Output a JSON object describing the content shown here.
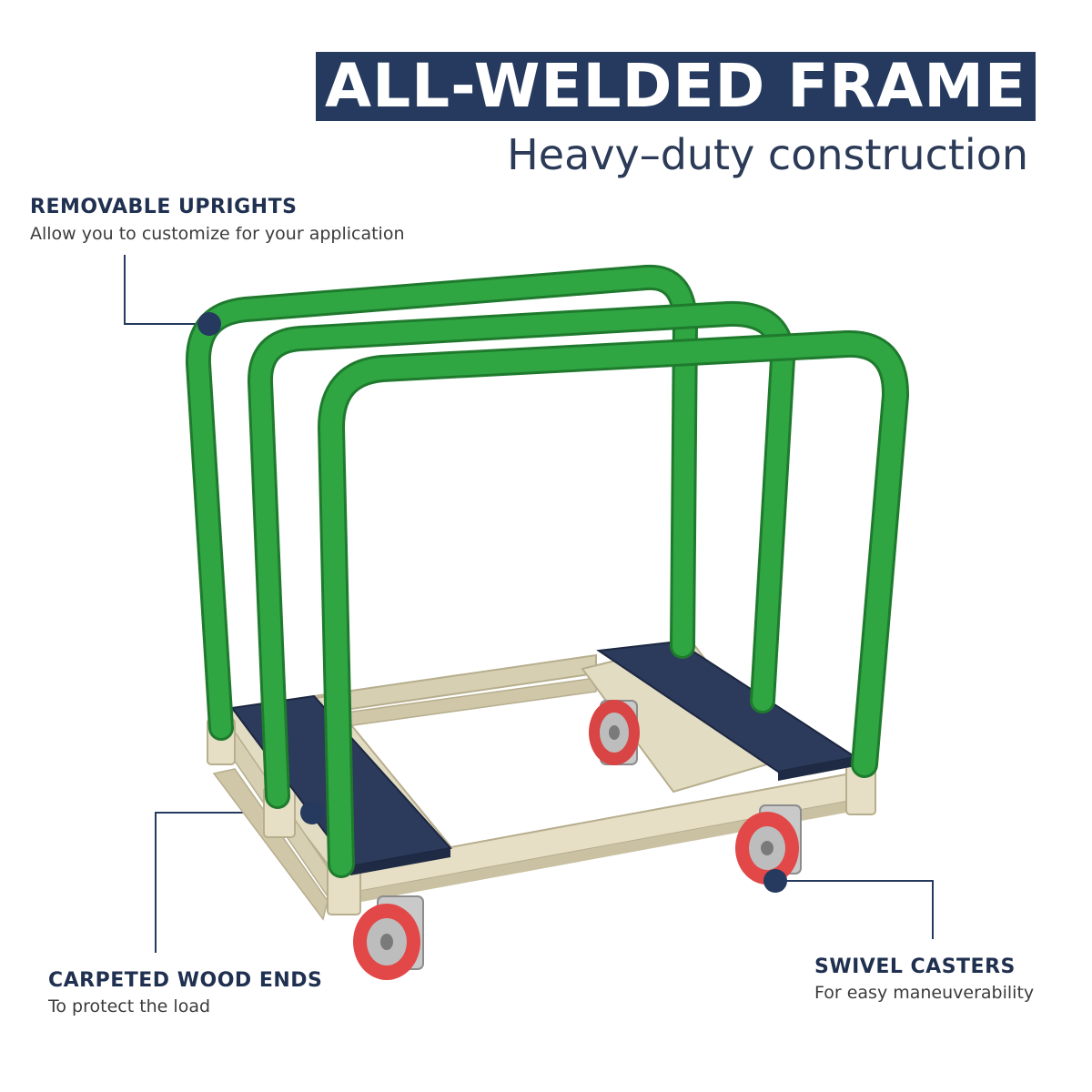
{
  "header": {
    "title": "ALL-WELDED FRAME",
    "subtitle": "Heavy–duty construction"
  },
  "callouts": [
    {
      "title": "REMOVABLE UPRIGHTS",
      "description": "Allow you to customize for your application"
    },
    {
      "title": "CARPETED WOOD ENDS",
      "description": "To protect the load"
    },
    {
      "title": "SWIVEL CASTERS",
      "description": "For easy maneuverability"
    }
  ],
  "colors": {
    "banner": "#253a5e",
    "uprights": "#2e9e3f",
    "frame": "#d9d2b6",
    "carpet": "#2c3a5c",
    "wheel": "#e24848",
    "marker": "#253a5e"
  }
}
